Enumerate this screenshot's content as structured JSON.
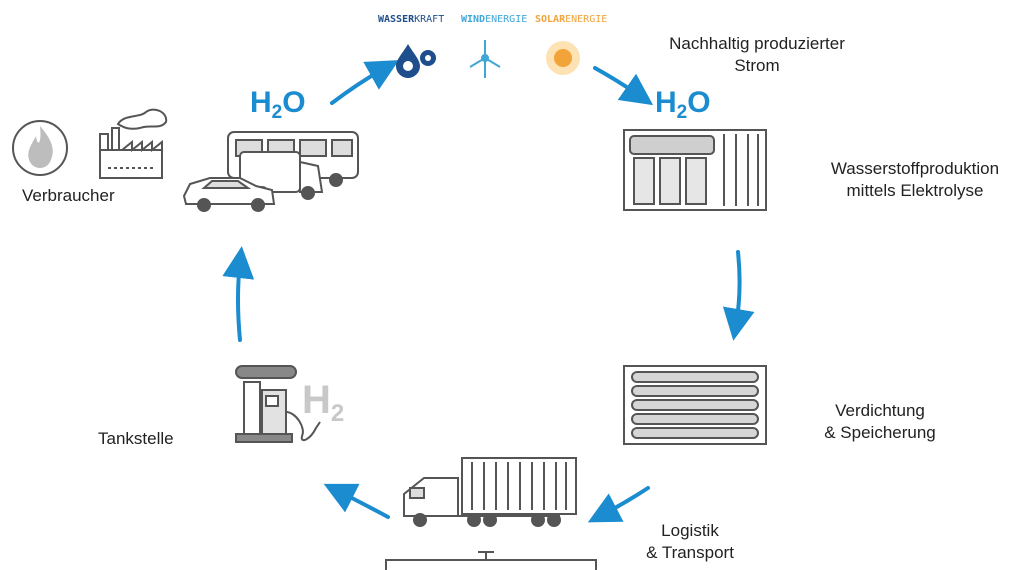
{
  "labels": {
    "verbraucher": "Verbraucher",
    "strom_line1": "Nachhaltig produzierter",
    "strom_line2": "Strom",
    "produktion_line1": "Wasserstoffproduktion",
    "produktion_line2": "mittels Elektrolyse",
    "speicher_line1": "Verdichtung",
    "speicher_line2": "& Speicherung",
    "logistik_line1": "Logistik",
    "logistik_line2": "& Transport",
    "tankstelle": "Tankstelle"
  },
  "sources": {
    "wasser_a": "WASSER",
    "wasser_b": "KRAFT",
    "wind_a": "WIND",
    "wind_b": "ENERGIE",
    "solar_a": "SOLAR",
    "solar_b": "ENERGIE"
  },
  "chem": {
    "h2o_main": "H",
    "h2o_sub": "2",
    "h2o_tail": "O",
    "h2_main": "H",
    "h2_sub": "2"
  },
  "colors": {
    "arrow": "#1a8ccf",
    "wasser": "#1f4e8c",
    "wind": "#3fa6d8",
    "solar": "#f2a33a",
    "icon": "#555555"
  },
  "icons": [
    "flame-icon",
    "factory-icon",
    "bus-icon",
    "truck-icon",
    "car-icon",
    "water-gear-icon",
    "wind-turbine-icon",
    "sun-icon",
    "electrolyzer-container-icon",
    "storage-container-icon",
    "semi-truck-icon",
    "pipeline-icon",
    "fuel-pump-icon"
  ]
}
